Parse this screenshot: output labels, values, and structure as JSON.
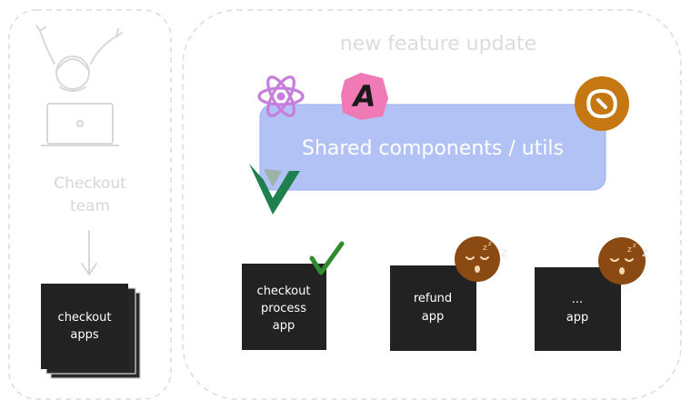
{
  "left_panel": {
    "team_label_line1": "Checkout",
    "team_label_line2": "team",
    "apps_label_line1": "checkout",
    "apps_label_line2": "apps"
  },
  "right_panel": {
    "title": "new feature update",
    "shared_label": "Shared components / utils",
    "apps": [
      {
        "line1": "checkout",
        "line2": "process",
        "line3": "app",
        "status": "done"
      },
      {
        "line1": "refund",
        "line2": "app",
        "status": "sleeping"
      },
      {
        "line1": "...",
        "line2": "app",
        "status": "sleeping"
      }
    ]
  },
  "icons": {
    "react_logo": "react-icon",
    "font_a_logo": "font-a-icon",
    "swirl_logo": "swirl-icon",
    "vue_logo": "vue-icon",
    "checkmark": "checkmark-icon",
    "sleeping_face": "sleeping-face-icon"
  },
  "colors": {
    "panel_border": "#dcdcdc",
    "faded_text": "#d6d6d6",
    "shared_fill": "#b3c2f5",
    "shared_text": "#ffffff",
    "app_box": "#222222",
    "app_text": "#ffffff",
    "react": "#c77ddb",
    "font_a_bg": "#f07ab6",
    "swirl": "#c57712",
    "vue": "#1e7f4f",
    "check": "#2e8b2e",
    "sleeping_face": "#8a4a12"
  }
}
